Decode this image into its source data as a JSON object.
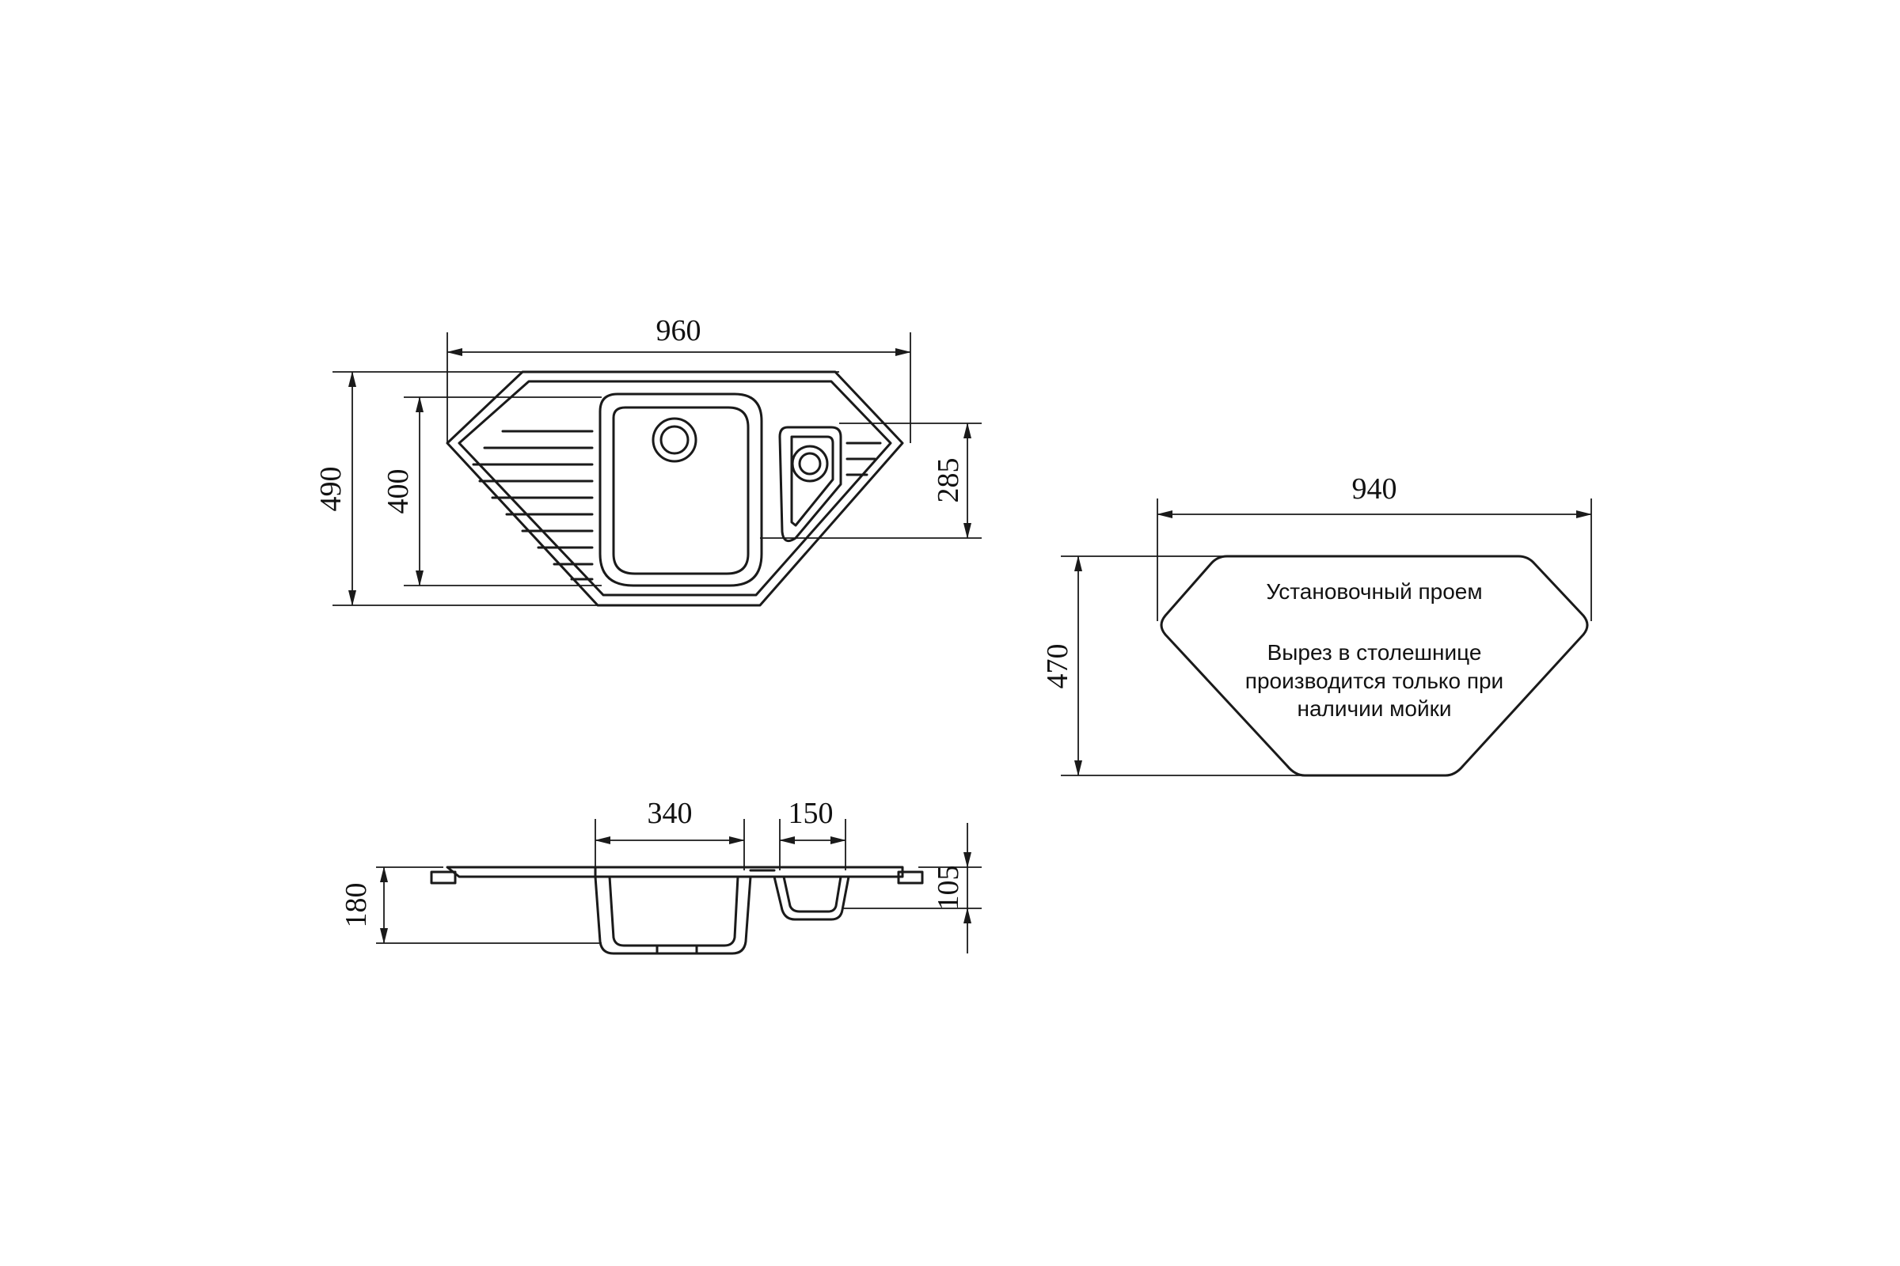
{
  "top_view": {
    "width": "960",
    "height": "490",
    "inner_height": "400",
    "small_bowl_height": "285"
  },
  "cutout": {
    "width": "940",
    "height": "470",
    "title": "Установочный проем",
    "note_line1": "Вырез в столешнице",
    "note_line2": "производится только при",
    "note_line3": "наличии мойки"
  },
  "side_view": {
    "main_bowl_width": "340",
    "small_bowl_width": "150",
    "depth": "180",
    "small_bowl_depth": "105"
  }
}
